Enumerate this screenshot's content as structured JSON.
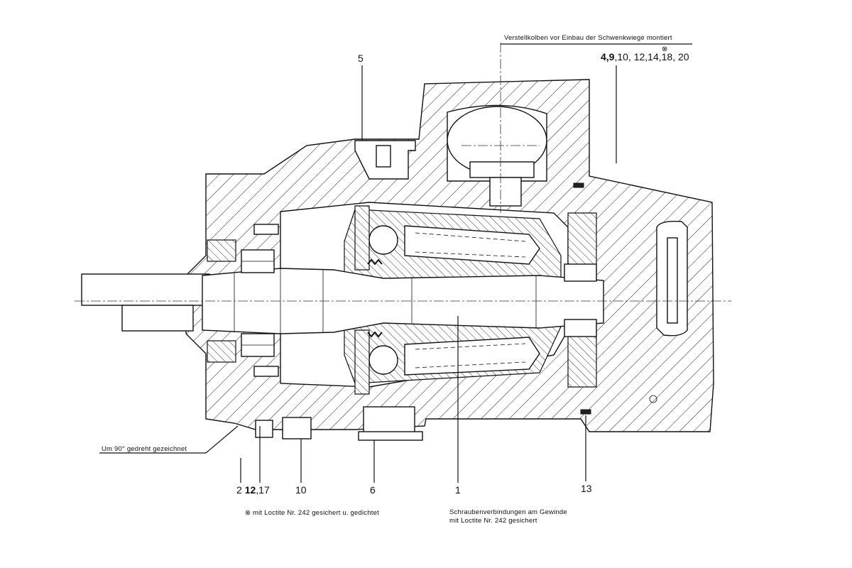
{
  "callouts": {
    "top_note": "Verstellkolben vor Einbau der Schwenkwiege montiert",
    "top_right_items_bold": "4,9",
    "top_right_items_rest": ",10, 12,14,18, 20",
    "top_right_mark": "⊗",
    "item_5": "5",
    "rotated_note": "Um 90° gedreht gezeichnet",
    "item_2": "2",
    "item_12": "12",
    "item_17": ",17",
    "item_10": "10",
    "item_6": "6",
    "item_1": "1",
    "item_13": "13"
  },
  "footnotes": {
    "loctite_left": "⊗ mit Loctite Nr. 242 gesichert u. gedichtet",
    "loctite_right_line1": "Schraubenverbindungen am Gewinde",
    "loctite_right_line2": "mit Loctite Nr. 242 gesichert"
  }
}
